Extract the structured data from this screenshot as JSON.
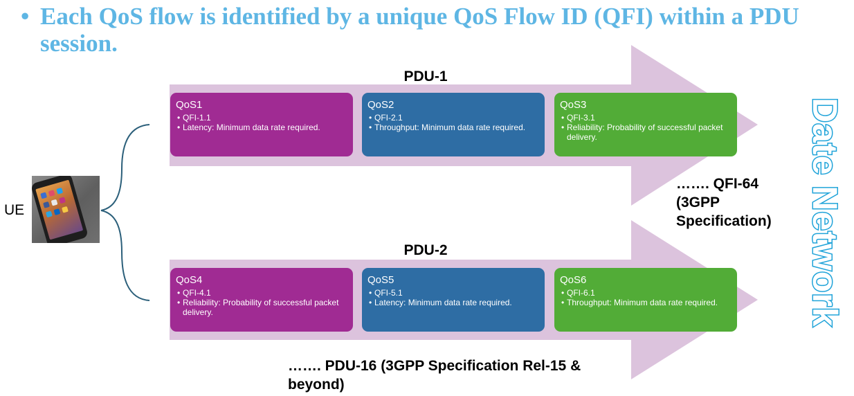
{
  "bullet": {
    "marker": "•",
    "text": "Each QoS flow is identified by a unique QoS Flow ID (QFI) within a PDU session."
  },
  "side_title": "Date Network",
  "ue_label": "UE",
  "pdus": [
    {
      "title": "PDU-1",
      "cards": [
        {
          "name": "QoS1",
          "color": "#a02b93",
          "items": [
            "QFI-1.1",
            "Latency: Minimum data rate required."
          ]
        },
        {
          "name": "QoS2",
          "color": "#2e6da4",
          "items": [
            "QFI-2.1",
            "Throughput: Minimum data rate required."
          ]
        },
        {
          "name": "QoS3",
          "color": "#52ac37",
          "items": [
            "QFI-3.1",
            "Reliability: Probability of successful packet delivery."
          ]
        }
      ]
    },
    {
      "title": "PDU-2",
      "cards": [
        {
          "name": "QoS4",
          "color": "#a02b93",
          "items": [
            "QFI-4.1",
            "Reliability: Probability of successful packet delivery."
          ]
        },
        {
          "name": "QoS5",
          "color": "#2e6da4",
          "items": [
            "QFI-5.1",
            "Latency: Minimum data rate required."
          ]
        },
        {
          "name": "QoS6",
          "color": "#52ac37",
          "items": [
            "QFI-6.1",
            "Throughput: Minimum data rate required."
          ]
        }
      ]
    }
  ],
  "notes": {
    "qfi": "……. QFI-64 (3GPP Specification)",
    "pdu": "……. PDU-16 (3GPP Specification Rel-15 & beyond)"
  },
  "colors": {
    "arrow": "#dcc3dd",
    "brace": "#2b5f7a",
    "bullet_text": "#5eb6e4",
    "side_title_stroke": "#1fa3d9"
  }
}
